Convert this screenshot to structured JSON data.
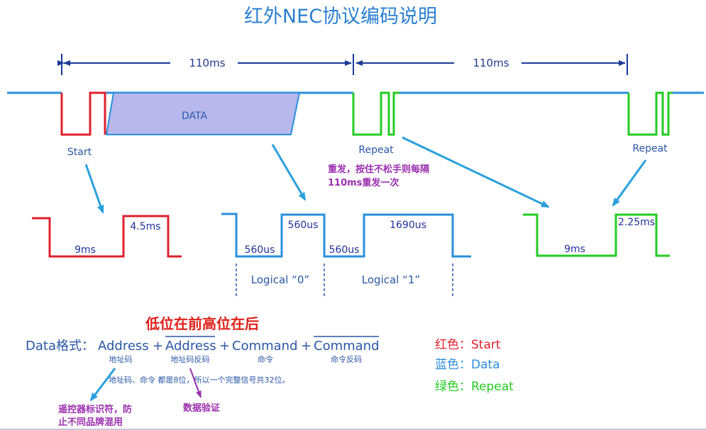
{
  "title": "红外NEC协议编码说明",
  "timing": {
    "frame_label": "110ms",
    "repeat_label": "110ms"
  },
  "frame": {
    "start_label": "Start",
    "data_label": "DATA",
    "repeat_label_1": "Repeat",
    "repeat_label_2": "Repeat"
  },
  "repeat_note": {
    "line1": "重发，按住不松手则每隔",
    "line2": "110ms重发一次"
  },
  "start_detail": {
    "low": "9ms",
    "high": "4.5ms"
  },
  "bit_detail": {
    "zero_low": "560us",
    "zero_high": "560us",
    "one_low": "560us",
    "one_high": "1690us",
    "logical_0": "Logical “0”",
    "logical_1": "Logical “1”"
  },
  "repeat_detail": {
    "low": "9ms",
    "high": "2.25ms"
  },
  "format": {
    "emphasis": "低位在前高位在后",
    "prefix": "Data格式：",
    "address": "Address",
    "plus1": "+",
    "address_inv": "Address",
    "plus2": "+",
    "command": "Command",
    "plus3": "+",
    "command_inv": "Command",
    "sub_address": "地址码",
    "sub_address_inv": "地址码反码",
    "sub_command": "命令",
    "sub_command_inv": "命令反码",
    "bits_note": "地址码、命令 都是8位，所以一个完整信号共32位。"
  },
  "annotations": {
    "remote_id_line1": "遥控器标识符，防",
    "remote_id_line2": "止不同品牌混用",
    "verify": "数据验证"
  },
  "legend": {
    "red": "红色：Start",
    "blue": "蓝色：Data",
    "green": "绿色：Repeat"
  },
  "colors": {
    "start": "#e0202e",
    "data": "#2a8fdc",
    "repeat": "#22cc22",
    "data_fill": "#b8b8ec",
    "arrow": "#2aa0dc"
  }
}
